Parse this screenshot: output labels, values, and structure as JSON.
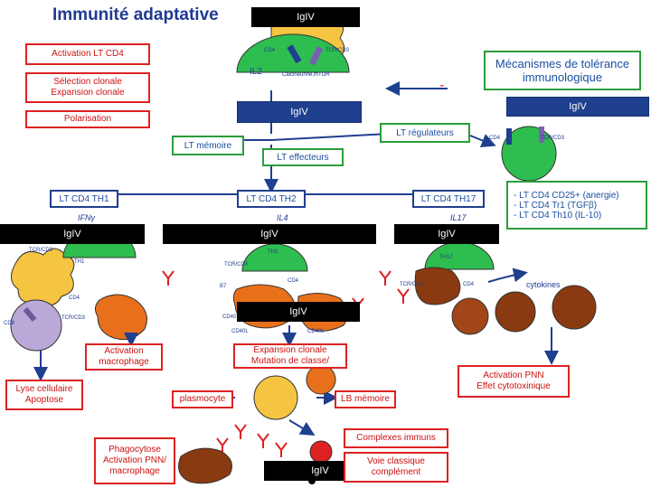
{
  "title": "Immunité adaptative",
  "iglv": "IgIV",
  "boxes": {
    "activation_cd4": "Activation LT CD4",
    "selection": "Sélection clonale\nExpansion clonale",
    "polarisation": "Polarisation",
    "tolerance": "Mécanismes de tolérance immunologique",
    "lt_regulateurs": "LT régulateurs",
    "lt_memoire": "LT mémoire",
    "lt_effecteurs": "LT effecteurs",
    "th1": "LT CD4 TH1",
    "th2": "LT CD4 TH2",
    "th17": "LT CD4 TH17",
    "anergie": "- LT CD4 CD25+ (anergie)\n- LT CD4 Tr1 (TGFβ)\n- LT CD4 Th10 (IL-10)",
    "activation_macrophage": "Activation macrophage",
    "expansion_mutation": "Expansion clonale\nMutation de classe/",
    "lyse": "Lyse cellulaire\nApoptose",
    "plasmocyte": "plasmocyte",
    "lb_memoire": "LB mémoire",
    "activation_pnn": "Activation PNN\nEffet cytotoxinique",
    "complexes": "Complexes immuns",
    "phagocytose": "Phagocytose\nActivation PNN/\nmacrophage",
    "voie": "Voie classique\ncomplément"
  },
  "labels": {
    "cd4": "CD4",
    "tcr_cd3": "TCR/CD3",
    "il2": "IL2",
    "calcineurine": "Calcineunne,mTOR",
    "minus": "-",
    "ifny": "IFNγ",
    "il4": "IL4",
    "il17": "IL17",
    "th1_cell": "TH1",
    "th2_cell": "TH2",
    "th17_cell": "TH17",
    "cd8": "CD8",
    "b7": "B7",
    "cd40": "CD40",
    "cd40l": "CD40L",
    "cytokines": "cytokines"
  },
  "colors": {
    "title": "#1f3a93",
    "red": "#d22222",
    "green": "#2a9d3a",
    "navy": "#1f3f8f",
    "cell_yellow": "#f5c542",
    "cell_orange": "#e8701a",
    "cell_green": "#2ebd4f",
    "cell_lilac": "#b9a8d8",
    "cell_brown": "#8a3a10"
  }
}
